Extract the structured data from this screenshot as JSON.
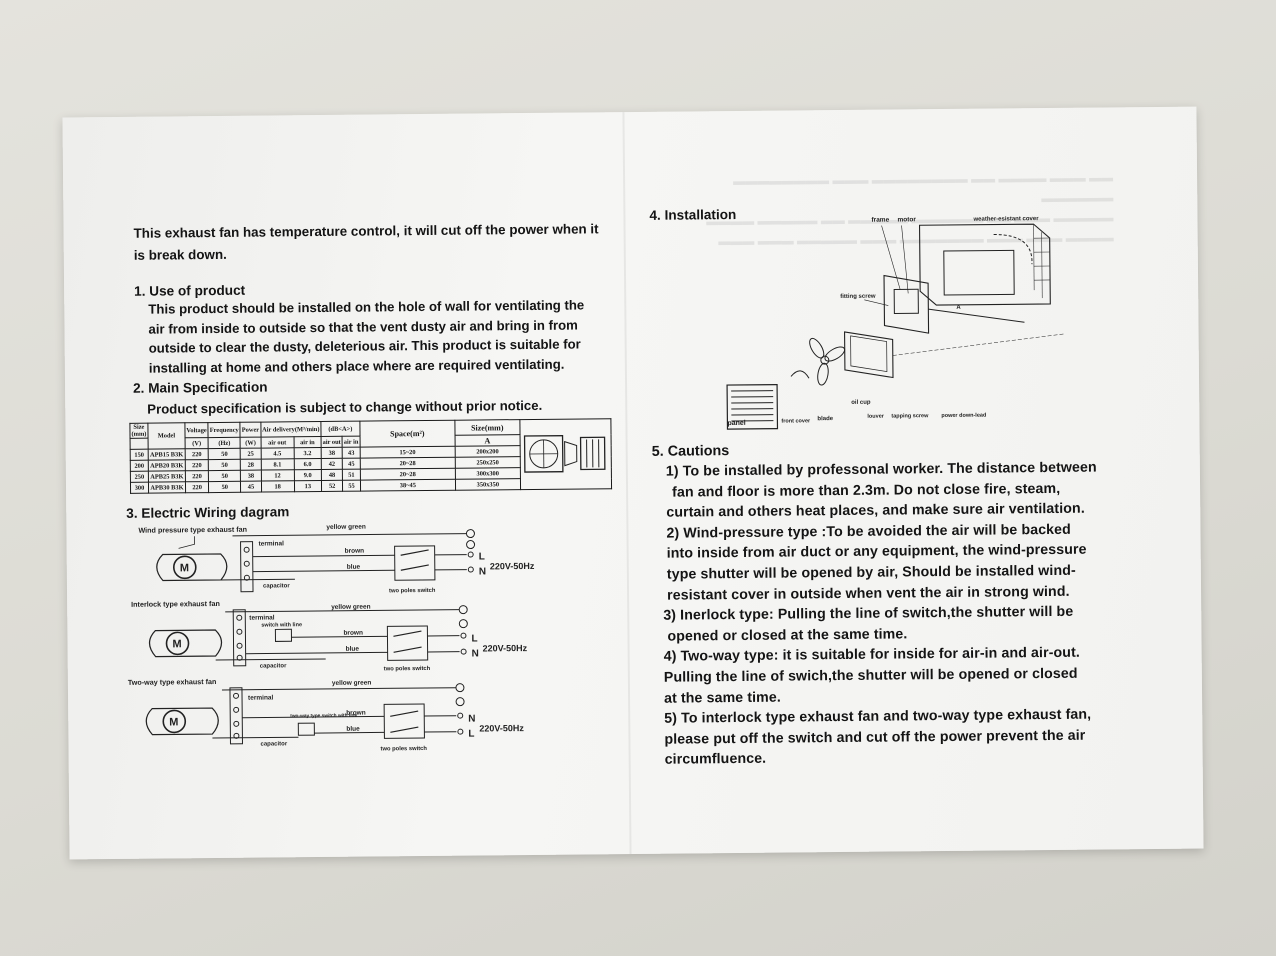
{
  "left": {
    "intro": "This exhaust fan has temperature control, it will cut off the power when it is break down.",
    "s1_heading": "1. Use of product",
    "s1_body": "This product should be installed on the hole of wall for ventilating the air from inside to outside so that the vent dusty air and bring in from outside to clear the dusty, deleterious air. This product is suitable for installing at home and others place where are required ventilating.",
    "s2_heading": "2. Main Specification",
    "s2_note": "Product specification is subject to change without prior notice.",
    "table": {
      "h_size": "Size",
      "h_mm": "(mm)",
      "h_model": "Model",
      "h_voltage": "Voltage",
      "h_frequency": "Frequency",
      "h_power": "Power",
      "h_air_delivery": "Air delivery(M³/min)",
      "h_db": "(dB<A>)",
      "h_space": "Space(m²)",
      "h_sizemm": "Size(mm)",
      "u_v": "(V)",
      "u_hz": "(Hz)",
      "u_w": "(W)",
      "h_air_out": "air out",
      "h_air_in": "air in",
      "h_db_out": "air out",
      "h_db_in": "air in",
      "h_a": "A",
      "rows": [
        [
          "150",
          "APB15 B3K",
          "220",
          "50",
          "25",
          "4.5",
          "3.2",
          "38",
          "43",
          "15~20",
          "200x200"
        ],
        [
          "200",
          "APB20 B3K",
          "220",
          "50",
          "28",
          "8.1",
          "6.0",
          "42",
          "45",
          "20~28",
          "250x250"
        ],
        [
          "250",
          "APB25 B3K",
          "220",
          "50",
          "38",
          "12",
          "9.0",
          "48",
          "51",
          "20~28",
          "300x300"
        ],
        [
          "300",
          "APB30 B3K",
          "220",
          "50",
          "45",
          "18",
          "13",
          "52",
          "55",
          "38~45",
          "350x350"
        ]
      ]
    },
    "s3_heading": "3. Electric Wiring dagram",
    "wiring": {
      "d1_title": "Wind pressure type exhaust fan",
      "d2_title": "Interlock type exhaust fan",
      "d3_title": "Two-way type exhaust fan",
      "motor": "M",
      "terminal": "terminal",
      "yellow_green": "yellow green",
      "brown": "brown",
      "blue": "blue",
      "capacitor": "capacitor",
      "capacitor_short": "capacitor",
      "switch_with_line": "switch with line",
      "two_way_switch": "two-way type switch with line",
      "two_poles_switch": "two poles switch",
      "L": "L",
      "N": "N",
      "voltage": "220V-50Hz"
    }
  },
  "right": {
    "s4_heading": "4. Installation",
    "install_labels": {
      "frame": "frame",
      "motor": "motor",
      "weather_cover": "weather-esistant cover",
      "fitting_screw": "fitting screw",
      "panel": "panel",
      "front_cover": "front cover",
      "blade": "blade",
      "oil_cup": "oil cup",
      "louver": "louver",
      "tapping_screw": "tapping screw",
      "power_lead": "power down-lead",
      "dim_a": "A"
    },
    "s5_heading": "5. Cautions",
    "cautions": [
      "1) To be installed by professonal worker. The distance between",
      "fan and floor is more than 2.3m. Do not close fire, steam,",
      "curtain and others heat places, and make sure air ventilation.",
      "2) Wind-pressure type :To be avoided the air will be backed",
      "into inside from air duct or any equipment, the wind-pressure",
      "type shutter will be opened by air, Should be installed wind-",
      "resistant cover in outside when vent the air in strong wind.",
      "3) Inerlock type: Pulling the line of switch,the shutter will be",
      "opened or closed at the same time.",
      "4) Two-way type: it is suitable for inside for air-in and air-out.",
      "Pulling the line of swich,the shutter will be opened or closed",
      "at the same time.",
      "5) To interlock type exhaust fan and two-way type exhaust fan,",
      "please put off the switch and cut off the power prevent the air",
      "circumfluence."
    ]
  }
}
